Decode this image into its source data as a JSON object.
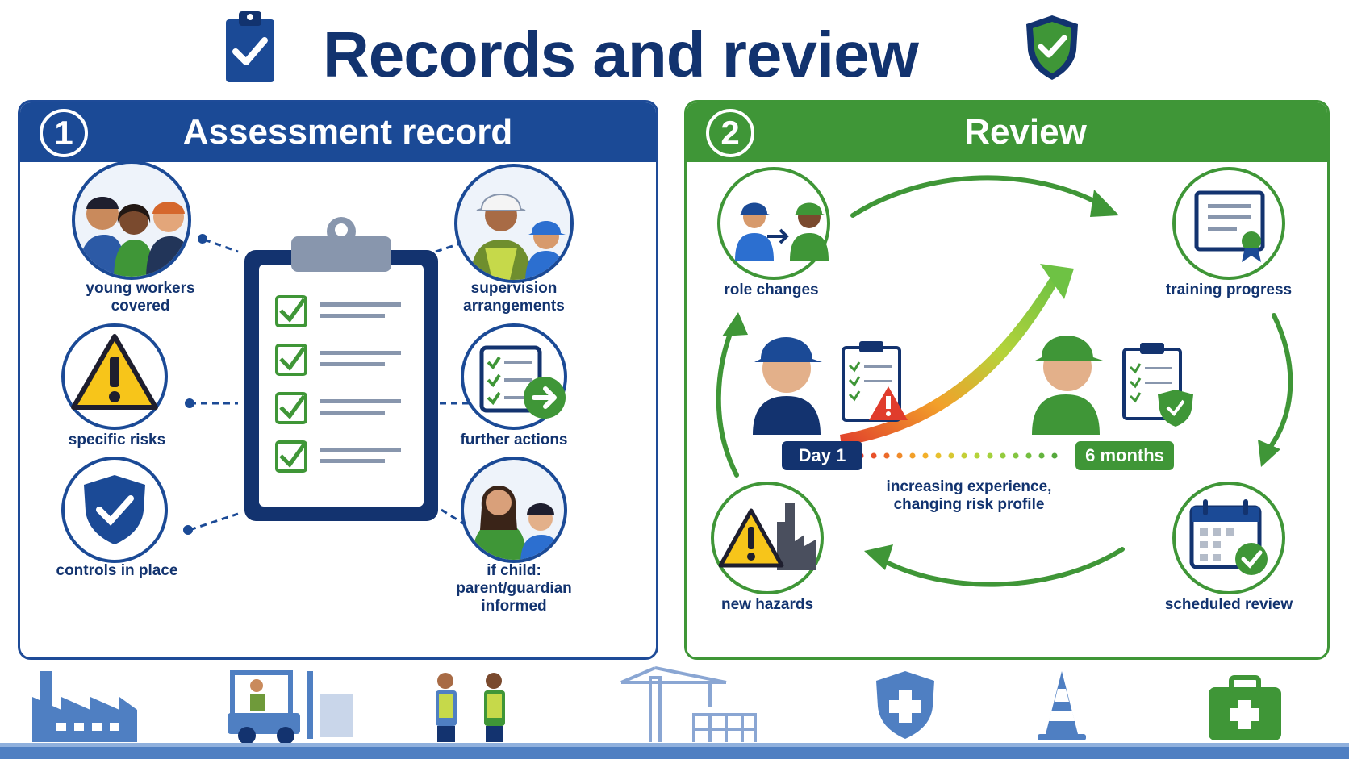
{
  "title": "Records and review",
  "icons": {
    "title_left": "clipboard-check-icon",
    "title_right": "shield-check-icon"
  },
  "colors": {
    "navy": "#12336f",
    "blue": "#1b4a96",
    "green": "#3f9637",
    "light_green": "#7fc342",
    "warning_yellow": "#f7c51a",
    "alert_red": "#e03c2c"
  },
  "assessment": {
    "number": "1",
    "title": "Assessment record",
    "items": [
      {
        "label": "young workers\ncovered",
        "icon": "young-workers-icon"
      },
      {
        "label": "specific risks",
        "icon": "warning-triangle-icon"
      },
      {
        "label": "controls in place",
        "icon": "shield-check-icon"
      },
      {
        "label": "supervision\narrangements",
        "icon": "supervisor-icon"
      },
      {
        "label": "further actions",
        "icon": "checklist-arrow-icon"
      },
      {
        "label": "if child:\nparent/guardian\ninformed",
        "icon": "parent-child-icon"
      }
    ],
    "center_icon": "clipboard-checklist-icon"
  },
  "review": {
    "number": "2",
    "title": "Review",
    "items": [
      {
        "label": "role changes",
        "icon": "role-change-icon"
      },
      {
        "label": "training progress",
        "icon": "certificate-icon"
      },
      {
        "label": "new hazards",
        "icon": "hazard-factory-icon"
      },
      {
        "label": "scheduled review",
        "icon": "calendar-check-icon"
      }
    ],
    "timeline": {
      "start": "Day 1",
      "end": "6 months",
      "caption": "increasing experience,\nchanging risk profile"
    }
  },
  "footer_icons": [
    "factory-icon",
    "forklift-icon",
    "workers-talking-icon",
    "construction-crane-icon",
    "shield-cross-icon",
    "traffic-cone-icon",
    "first-aid-kit-icon"
  ]
}
